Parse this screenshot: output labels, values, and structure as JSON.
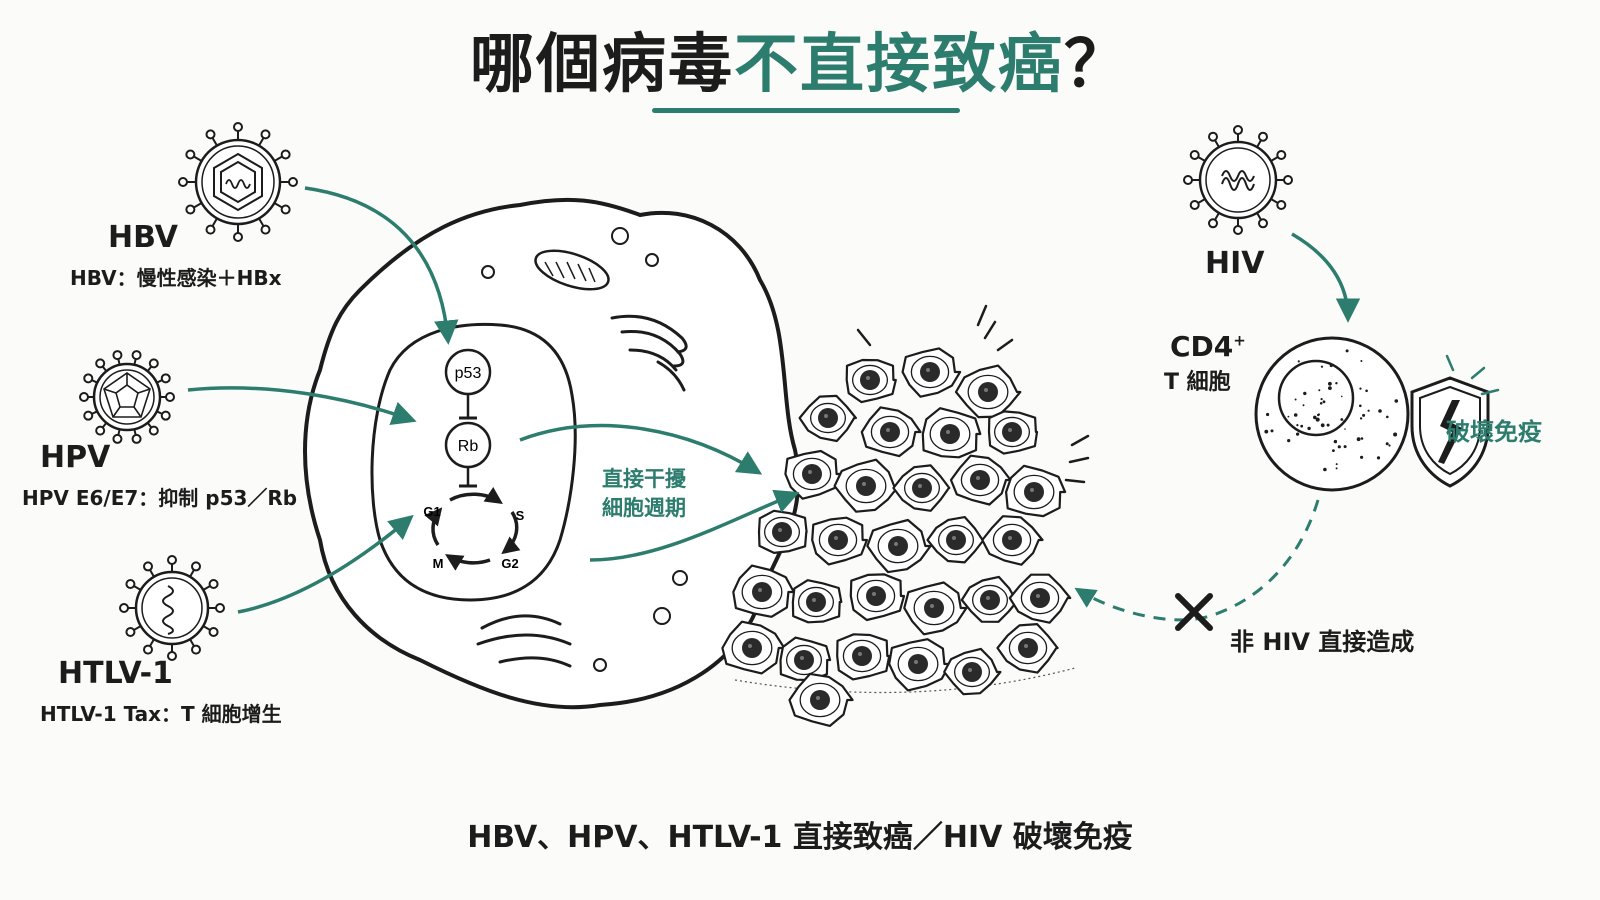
{
  "title": {
    "part1": "哪個病毒",
    "highlight": "不直接致癌",
    "part2": "？"
  },
  "viruses": {
    "hbv": {
      "name": "HBV",
      "desc": "HBV：慢性感染＋HBx"
    },
    "hpv": {
      "name": "HPV",
      "desc": "HPV E6/E7：抑制 p53／Rb"
    },
    "htlv": {
      "name": "HTLV-1",
      "desc": "HTLV-1 Tax：T 細胞增生"
    },
    "hiv": {
      "name": "HIV"
    }
  },
  "cell": {
    "p53": "p53",
    "rb": "Rb",
    "cycle": {
      "g1": "G1",
      "s": "S",
      "g2": "G2",
      "m": "M"
    }
  },
  "mechanism": {
    "line1": "直接干擾",
    "line2": "細胞週期"
  },
  "tcell": {
    "label_main": "CD4",
    "label_sup": "+",
    "label_sub": "T 細胞"
  },
  "immune": "破壞免疫",
  "not_direct": "非 HIV 直接造成",
  "footer": "HBV、HPV、HTLV-1 直接致癌／HIV 破壞免疫",
  "colors": {
    "accent": "#2d7d6e",
    "ink": "#1c1c1c",
    "background": "#fbfbfa"
  }
}
